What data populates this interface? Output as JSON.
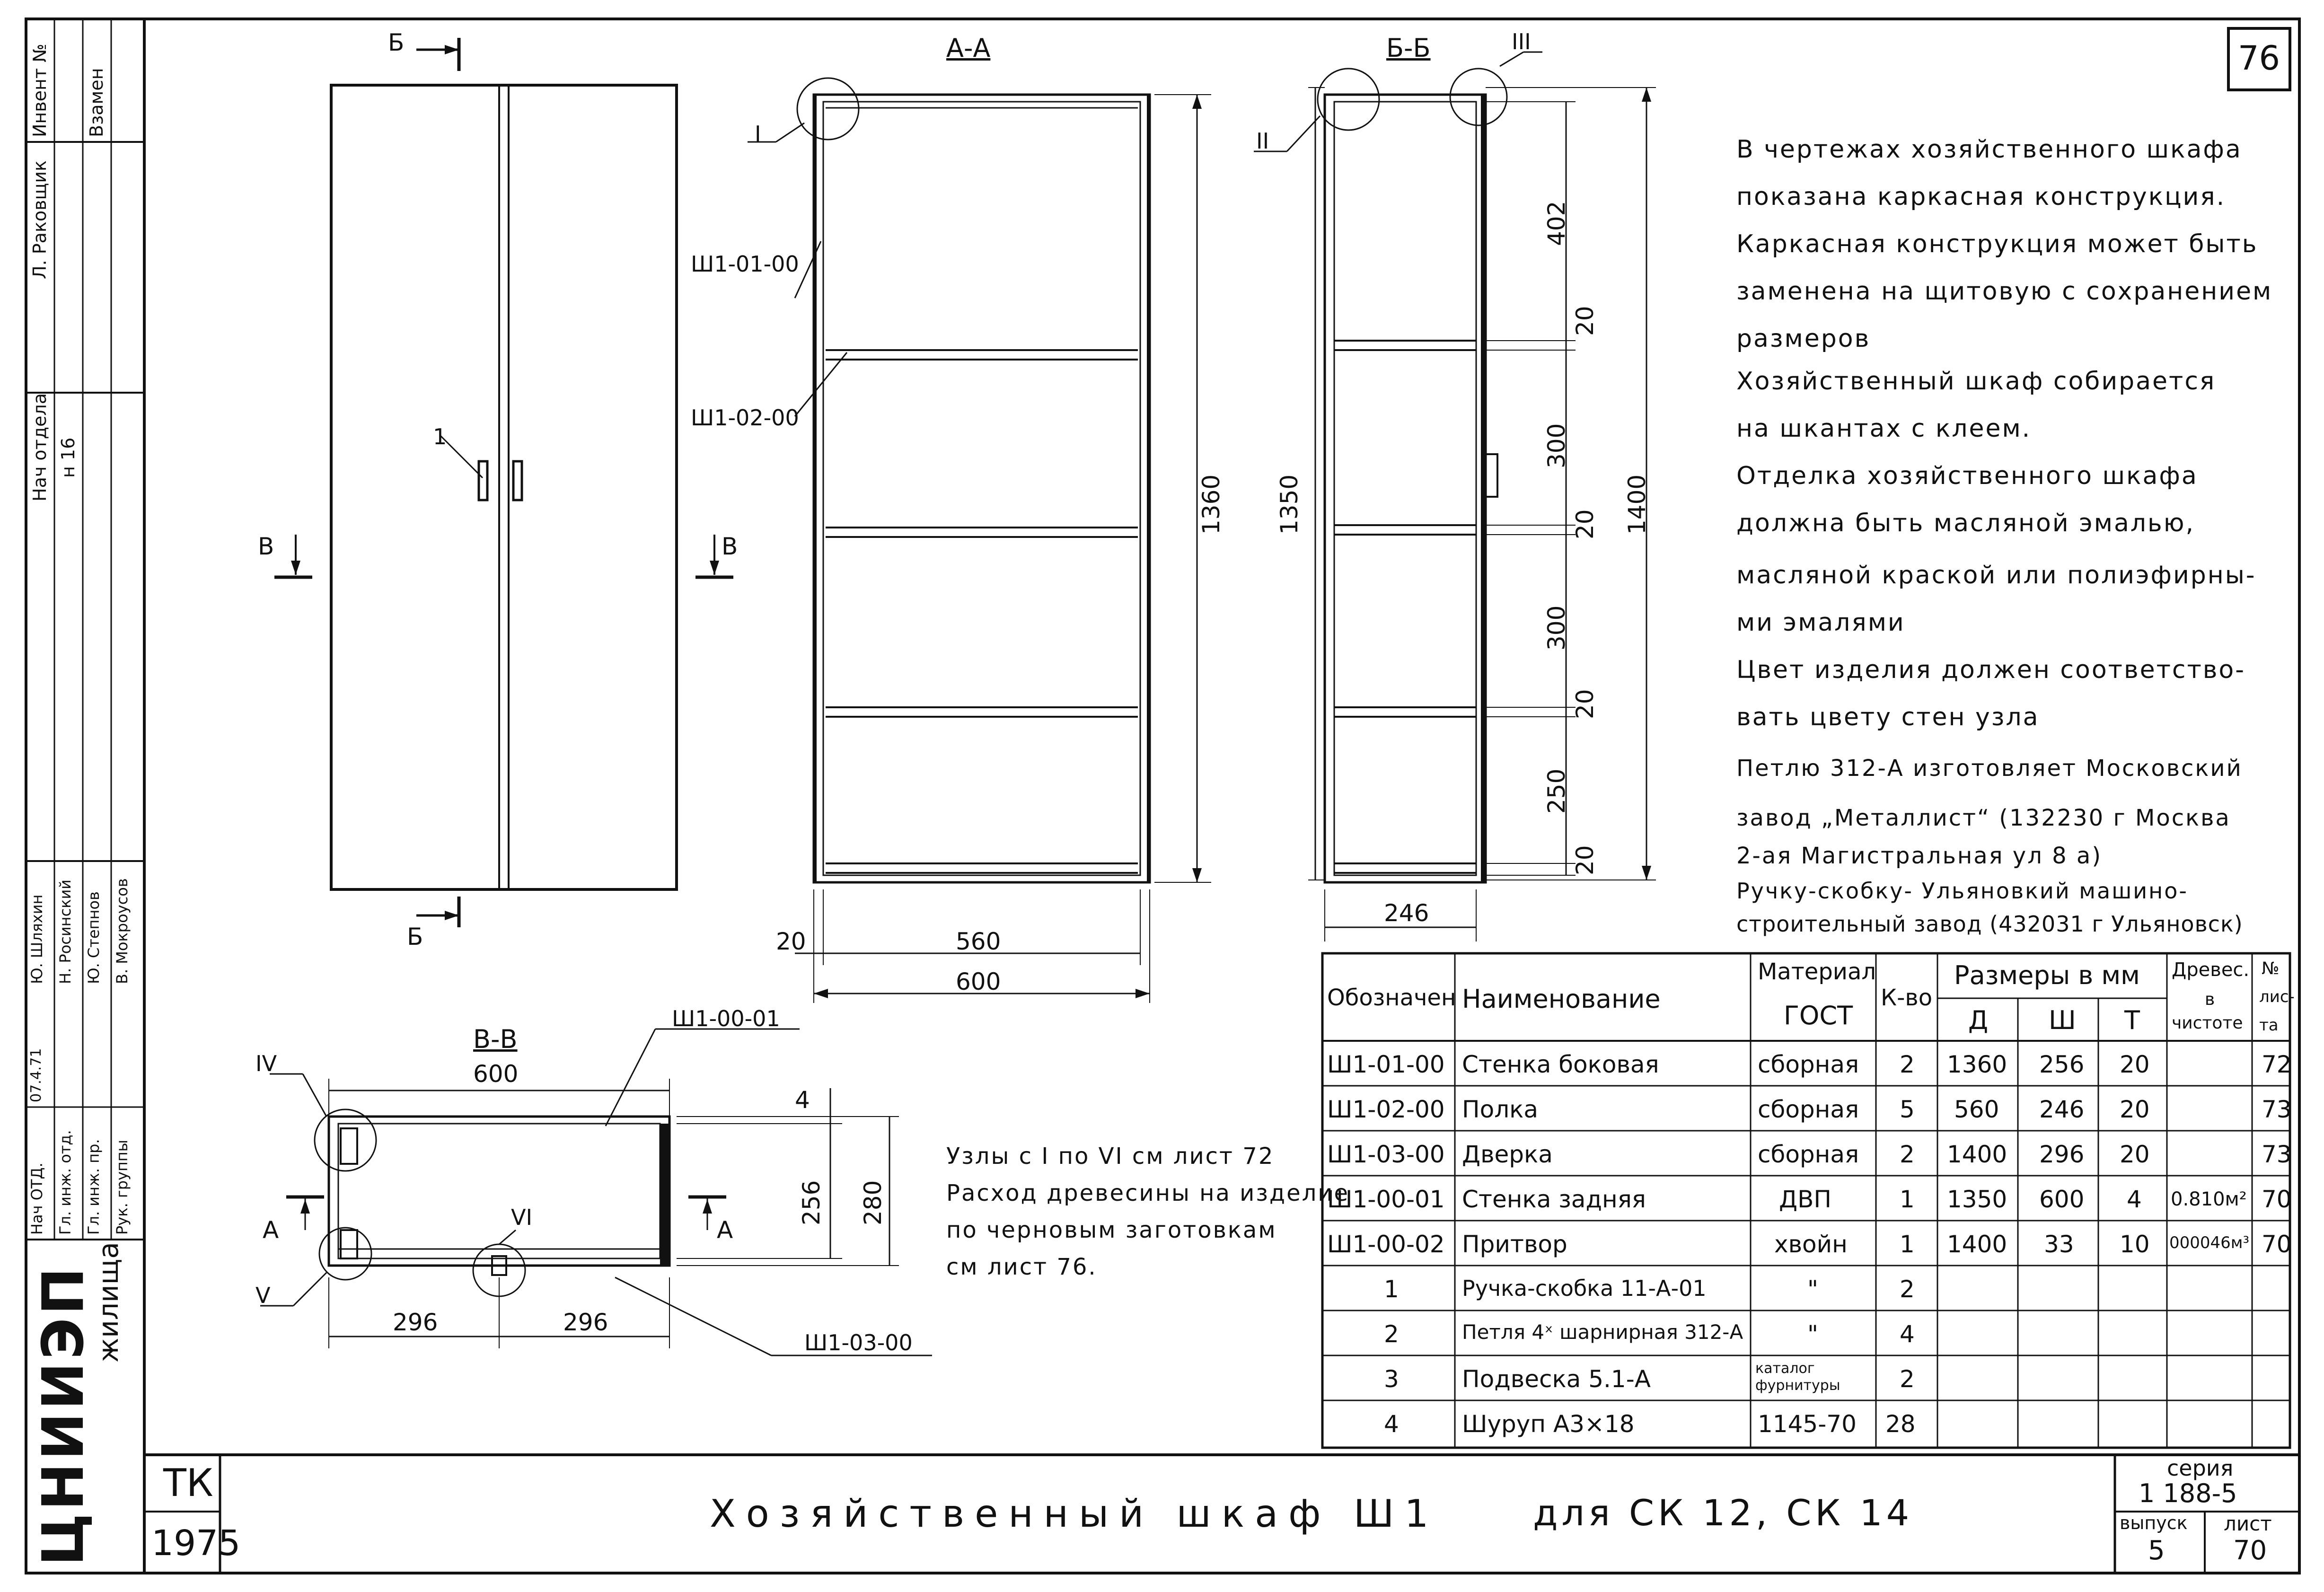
{
  "sheet_number": "76",
  "notes": [
    "В чертежах хозяйственного шкафа",
    "показана каркасная конструкция.",
    "Каркасная конструкция может быть",
    "заменена на щитовую с сохранением",
    "размеров",
    "Хозяйственный шкаф собирается",
    "на шкантах с клеем.",
    "Отделка хозяйственного шкафа",
    "должна быть масляной эмалью,",
    "масляной краской или полиэфирны-",
    "ми эмалями",
    "Цвет изделия должен соответство-",
    "вать цвету стен узла",
    "Петлю 312-А изготовляет Московский",
    "завод „Металлист“ (132230 г Москва",
    "2-ая Магистральная ул 8 а)",
    "Ручку-скобку- Ульяновкий машино-",
    "строительный завод (432031 г Ульяновск)"
  ],
  "nodes_note": [
    "Узлы с I по VI см лист 72",
    "Расход древесины на изделие",
    "по черновым заготовкам",
    "см лист 76."
  ],
  "front_view": {
    "section_b_top": "Б",
    "section_b_bottom": "Б",
    "section_v_left": "В",
    "section_v_right": "В",
    "item_number": "1"
  },
  "section_aa": {
    "title": "А-А",
    "node_label": "I",
    "part_side_wall": "Ш1-01-00",
    "part_shelf": "Ш1-02-00",
    "dim_height": "1360",
    "dim_edge": "20",
    "dim_inner_width": "560",
    "dim_width": "600"
  },
  "section_bb": {
    "title": "Б-Б",
    "node_left": "II",
    "node_right": "III",
    "dim_total_inner": "1350",
    "dim_total": "1400",
    "dims_vertical": [
      "402",
      "20",
      "300",
      "20",
      "300",
      "20",
      "250",
      "20"
    ],
    "dim_depth": "246"
  },
  "section_vv": {
    "title": "В-В",
    "dim_top": "600",
    "part_back": "Ш1-00-01",
    "part_door": "Ш1-03-00",
    "node_iv": "IV",
    "node_v": "V",
    "node_vi": "VI",
    "section_a_left": "А",
    "section_a_right": "А",
    "dim_door_left": "296",
    "dim_door_right": "296",
    "dim_depth_inner": "256",
    "dim_depth": "280",
    "dim_back": "4"
  },
  "spec_table": {
    "headers": {
      "designation": "Обозначен",
      "name": "Наименование",
      "material_1": "Материал",
      "material_2": "ГОСТ",
      "qty": "К-во",
      "sizes": "Размеры в мм",
      "size_d": "Д",
      "size_sh": "Ш",
      "size_t": "Т",
      "wood_1": "Древес.",
      "wood_2": "в",
      "wood_3": "чистоте",
      "sheet_1": "№",
      "sheet_2": "лис-",
      "sheet_3": "та"
    },
    "rows": [
      {
        "designation": "Ш1-01-00",
        "name": "Стенка боковая",
        "material": "сборная",
        "qty": "2",
        "d": "1360",
        "sh": "256",
        "t": "20",
        "wood": "",
        "sheet": "72"
      },
      {
        "designation": "Ш1-02-00",
        "name": "Полка",
        "material": "сборная",
        "qty": "5",
        "d": "560",
        "sh": "246",
        "t": "20",
        "wood": "",
        "sheet": "73"
      },
      {
        "designation": "Ш1-03-00",
        "name": "Дверка",
        "material": "сборная",
        "qty": "2",
        "d": "1400",
        "sh": "296",
        "t": "20",
        "wood": "",
        "sheet": "73"
      },
      {
        "designation": "Ш1-00-01",
        "name": "Стенка задняя",
        "material": "ДВП",
        "qty": "1",
        "d": "1350",
        "sh": "600",
        "t": "4",
        "wood": "0.810м²",
        "sheet": "70"
      },
      {
        "designation": "Ш1-00-02",
        "name": "Притвор",
        "material": "хвойн",
        "qty": "1",
        "d": "1400",
        "sh": "33",
        "t": "10",
        "wood": "000046м³",
        "sheet": "70"
      },
      {
        "designation": "1",
        "name": "Ручка-скобка 11-А-01",
        "material": "\"",
        "qty": "2",
        "d": "",
        "sh": "",
        "t": "",
        "wood": "",
        "sheet": ""
      },
      {
        "designation": "2",
        "name": "Петля 4ˣ шарнирная 312-А",
        "material": "\"",
        "qty": "4",
        "d": "",
        "sh": "",
        "t": "",
        "wood": "",
        "sheet": ""
      },
      {
        "designation": "3",
        "name": "Подвеска 5.1-А",
        "material": "каталог фурнитуры",
        "qty": "2",
        "d": "",
        "sh": "",
        "t": "",
        "wood": "",
        "sheet": ""
      },
      {
        "designation": "4",
        "name": "Шуруп А3×18",
        "material": "1145-70",
        "qty": "28",
        "d": "",
        "sh": "",
        "t": "",
        "wood": "",
        "sheet": ""
      }
    ]
  },
  "title_block": {
    "code": "ТК",
    "year": "1975",
    "title": "Хозяйственный шкаф Ш1",
    "subtitle": "для СК 12, СК 14",
    "series_label": "серия",
    "series_value": "1 188-5",
    "issue_label": "выпуск",
    "issue_value": "5",
    "sheet_label": "лист",
    "sheet_value": "70"
  },
  "left_strip": {
    "org": "ЦНИИЭП",
    "org_sub": "жилища",
    "inv_label": "Инвент №",
    "replace_label": "Взамен",
    "roles": [
      "Нач ОТД.",
      "Гл. инж. отд.",
      "Гл. инж. пр.",
      "Рук. группы"
    ],
    "names": [
      "Ю. Шляхин",
      "Н. Росинский",
      "Ю. Степнов",
      "В. Мокроусов"
    ],
    "dept_head": "Нач отдела",
    "dept_no": "н 16",
    "drafter": "Л. Раковщик",
    "date": "07.4.71"
  }
}
